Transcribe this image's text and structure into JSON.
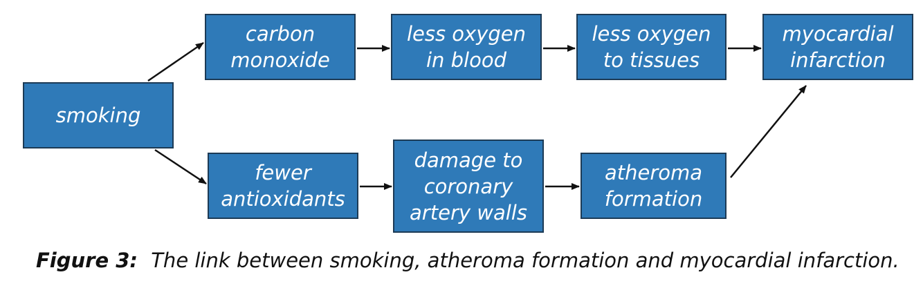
{
  "diagram": {
    "nodes": {
      "smoking": "smoking",
      "carbon_monoxide": "carbon\nmonoxide",
      "less_oxygen_blood": "less oxygen\nin blood",
      "less_oxygen_tissues": "less oxygen\nto tissues",
      "myocardial_infarction": "myocardial\ninfarction",
      "fewer_antioxidants": "fewer\nantioxidants",
      "damage_artery": "damage to\ncoronary\nartery walls",
      "atheroma_formation": "atheroma\nformation"
    },
    "edges": [
      [
        "smoking",
        "carbon_monoxide"
      ],
      [
        "carbon_monoxide",
        "less_oxygen_blood"
      ],
      [
        "less_oxygen_blood",
        "less_oxygen_tissues"
      ],
      [
        "less_oxygen_tissues",
        "myocardial_infarction"
      ],
      [
        "smoking",
        "fewer_antioxidants"
      ],
      [
        "fewer_antioxidants",
        "damage_artery"
      ],
      [
        "damage_artery",
        "atheroma_formation"
      ],
      [
        "atheroma_formation",
        "myocardial_infarction"
      ]
    ],
    "colors": {
      "box_fill": "#2f7ab8",
      "box_border": "#1c3a55",
      "arrow": "#111111"
    }
  },
  "caption": {
    "label": "Figure 3:",
    "text": "The link between smoking, atheroma formation and myocardial infarction."
  }
}
